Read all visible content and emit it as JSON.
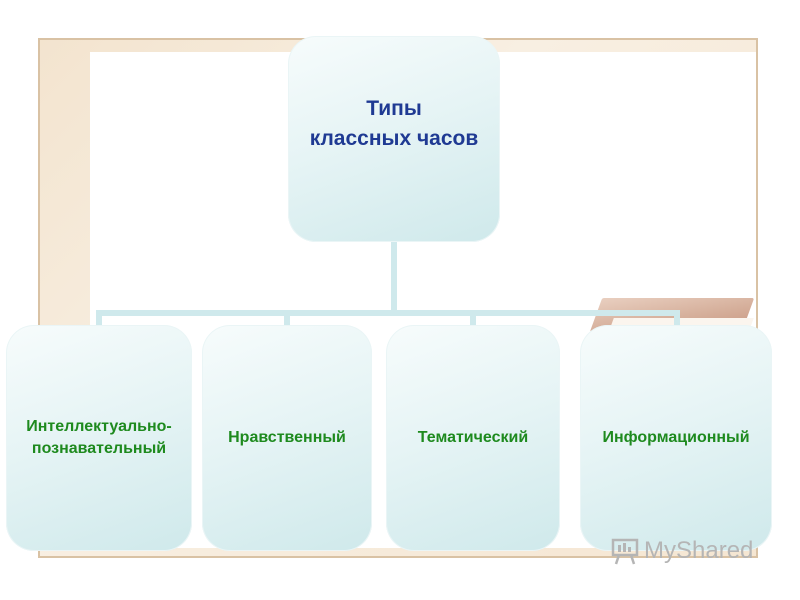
{
  "diagram": {
    "root": {
      "lines": [
        "Типы",
        "классных часов"
      ]
    },
    "children": [
      {
        "lines": [
          "Интеллектуально-",
          "познавательный"
        ]
      },
      {
        "lines": [
          "Нравственный"
        ]
      },
      {
        "lines": [
          "Тематический"
        ]
      },
      {
        "lines": [
          "Информационный"
        ]
      }
    ]
  },
  "watermark": {
    "text": "MyShared"
  },
  "colors": {
    "root_text": "#1f3a93",
    "child_text": "#1e8a1e",
    "box_fill": "#e6f4f5",
    "connector": "#cfe9ec",
    "frame": "#d9c2a4"
  }
}
